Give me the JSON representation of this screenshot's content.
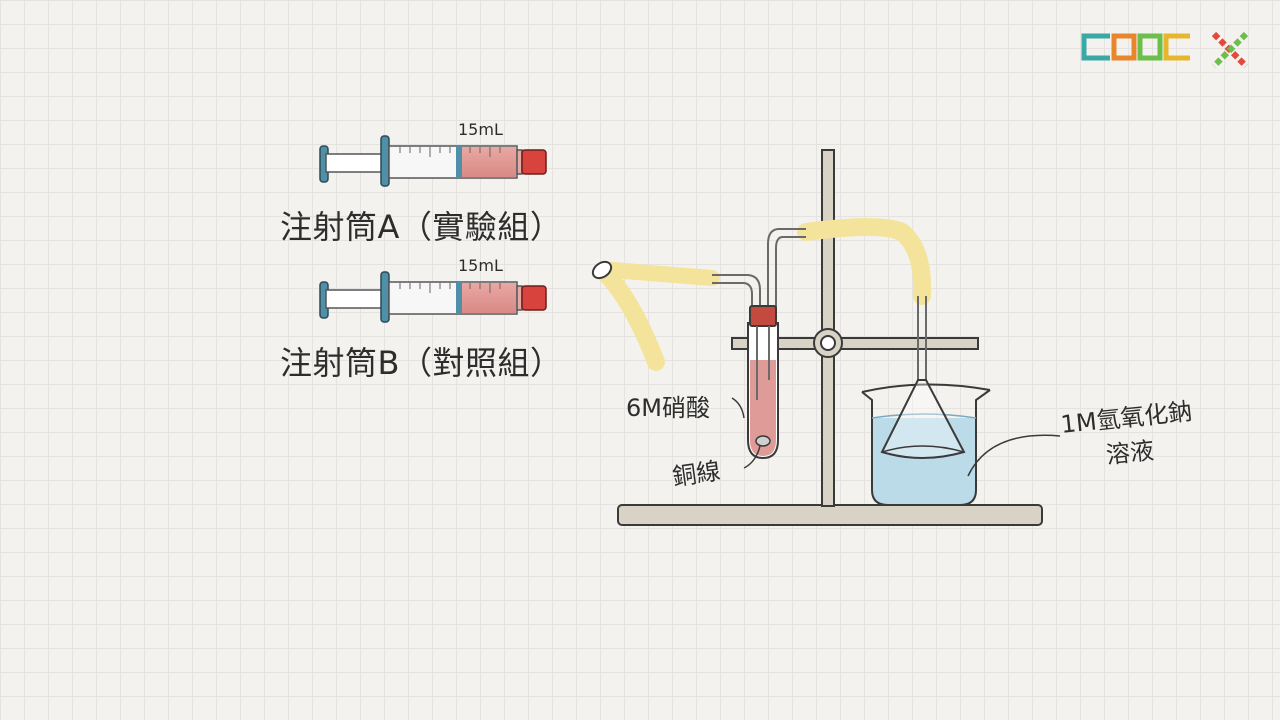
{
  "logo": {
    "name": "logo-brand",
    "cross_icon": "cross-pattern-icon"
  },
  "syringes": [
    {
      "caption": "注射筒A（實驗組）",
      "volume": "15mL"
    },
    {
      "caption": "注射筒B（對照組）",
      "volume": "15mL"
    }
  ],
  "apparatus": {
    "acid_label": "6M硝酸",
    "wire_label": "銅線",
    "naoh_label_line1": "1M氫氧化鈉",
    "naoh_label_line2": "溶液"
  },
  "colors": {
    "background": "#f3f2ef",
    "syringe_fill": "#e9a7a3",
    "syringe_tip": "#d9433d",
    "plunger": "#4f8fa8",
    "tube": "#fff3b0",
    "stand": "#d8d3c4",
    "naoh_solution": "#bcdbe8",
    "logo_teal": "#3aa8a4",
    "logo_orange": "#e8862c",
    "logo_green": "#6cbf4b",
    "logo_red": "#e04b3c"
  }
}
